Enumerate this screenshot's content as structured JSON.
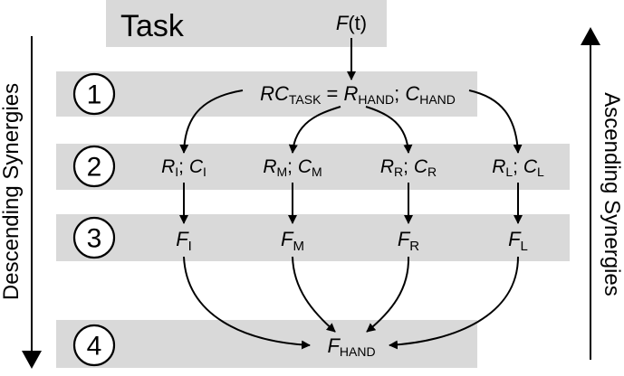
{
  "task": {
    "title": "Task",
    "input_main": "F",
    "input_arg": "(t)"
  },
  "levels": [
    "1",
    "2",
    "3",
    "4"
  ],
  "level1": {
    "lhs_main": "RC",
    "lhs_sub": "TASK",
    "eq": " = ",
    "r_main": "R",
    "r_sub": "HAND",
    "sep": "; ",
    "c_main": "C",
    "c_sub": "HAND"
  },
  "fingers": [
    {
      "r": "R",
      "c": "C",
      "f": "F",
      "sub": "I",
      "sep": "; "
    },
    {
      "r": "R",
      "c": "C",
      "f": "F",
      "sub": "M",
      "sep": "; "
    },
    {
      "r": "R",
      "c": "C",
      "f": "F",
      "sub": "R",
      "sep": "; "
    },
    {
      "r": "R",
      "c": "C",
      "f": "F",
      "sub": "L",
      "sep": "; "
    }
  ],
  "output": {
    "main": "F",
    "sub": "HAND"
  },
  "side_labels": {
    "left": "Descending Synergies",
    "right": "Ascending Synergies"
  },
  "colors": {
    "band": "#d9d9d9",
    "stroke": "#000000"
  }
}
